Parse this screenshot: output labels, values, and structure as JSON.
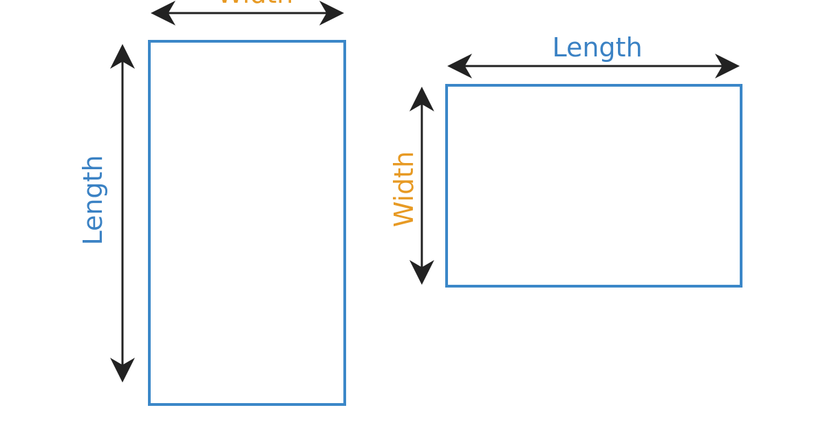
{
  "colors": {
    "length": "#3b82c4",
    "width": "#e79a24",
    "rectangle": "#3b87c8",
    "arrow": "#222222",
    "background": "#ffffff"
  },
  "portrait": {
    "width_label": "Width",
    "length_label": "Length"
  },
  "landscape": {
    "length_label": "Length",
    "width_label": "Width"
  }
}
